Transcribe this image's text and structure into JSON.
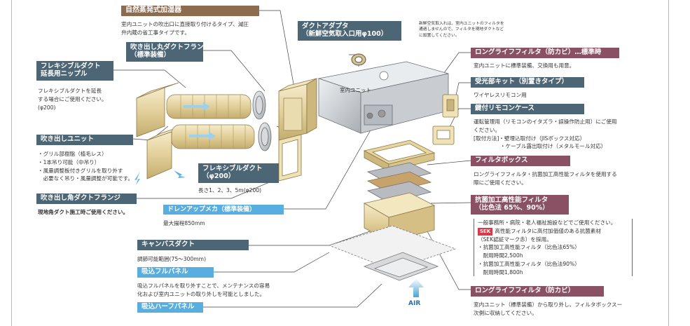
{
  "labels": {
    "evap_humidifier": "自然蒸発式加湿器",
    "round_flange": [
      "吹き出し丸ダクトフランジ",
      "（標準装備）"
    ],
    "flex_nipple": [
      "フレキシブルダクト",
      "延長用ニップル"
    ],
    "outlet_unit": "吹き出しユニット",
    "flex_duct": [
      "フレキシブルダクト",
      "（φ200）"
    ],
    "square_flange": "吹き出し角ダクトフランジ",
    "drain_pump": "ドレンアップメカ（標準装備）",
    "canvas_duct": "キャンバスダクト",
    "intake_full": "吸込フルパネル",
    "intake_half": "吸込ハーフパネル",
    "duct_adapter": [
      "ダクトアダプタ",
      "（新鮮空気取入口用φ100）"
    ],
    "longlife_std": "ロングライフフィルタ（防カビ）…標準時",
    "receiver_kit": "受光部キット（別置きタイプ）",
    "remote_case": "鍵付リモコンケース",
    "filter_box": "フィルタボックス",
    "antibac_filter": [
      "抗菌加工高性能フィルタ",
      "（比色法 65%、90%）"
    ],
    "longlife_filter": "ロングライフフィルタ（防カビ）"
  },
  "descriptions": {
    "evap_humidifier": [
      "室内ユニットの吹出口に直接取り付けるタイプ、減圧",
      "弁内蔵の省工事タイプです。"
    ],
    "flex_nipple": [
      "フレキシブルダクトを延長",
      "する場合にご使用ください。",
      "(φ200)"
    ],
    "outlet_unit": [
      "・グリル部樹脂（植毛レス）",
      "・1本吊り可能（中吊り）",
      "・風量調整板付きグリルを取り外す",
      "　必要なく吊り・風量調整が可能です。"
    ],
    "flex_duct": "長さ1、2、3、5m(φ200)",
    "square_flange": "現地角ダクト施工時ご使用ください。",
    "drain_pump": "最大揚程850mm",
    "canvas_duct": "調節可能範囲(75〜300mm)",
    "intake_full": [
      "吸込フルパネルを取り外すことで、メンテナンスの容易",
      "化および室内ユニットの取り外しを可能としました。"
    ],
    "fresh_air_note": [
      "新鮮空気取入れは、室内ユニットのフィルタを",
      "通過しませんので、フィルタを現地ダクトなど",
      "に設置してください。"
    ],
    "longlife_std": "室内ユニットに標準装備、交換用も用意。",
    "receiver_kit": "ワイヤレスリモコン用",
    "remote_case": [
      "運転管理用（リモコンのイタズラ・誤操作防止用）にご使用",
      "ください。",
      "[取付方法]・壁埋込取付け（JISボックス対応）",
      "　　　　　・ケーブル露出取付け（メタルモール対応）"
    ],
    "filter_box": [
      "ロングライフフィルタ・抗菌加工高性能フィルタを使用する",
      "際にご使用ください。"
    ],
    "antibac_filter": [
      "一般事務所・病院・老人福祉施設などでご使用ください。",
      "高性能フィルタに高付加価値のある抗菌素材",
      "（SEK認証マーク赤）を採用。",
      "・抗菌加工高性能フィルタ（比色法65%）",
      "　耐用時間2,500h",
      "・抗菌加工高性能フィルタ（比色法90%）",
      "　耐用時間1,800h"
    ],
    "sek_badge": "SEK",
    "longlife_filter": [
      "室内ユニット（標準装備）から取り外し、フィルタボックスー",
      "次側に収納してください。"
    ]
  },
  "diagram": {
    "indoor_unit": "室内ユニット",
    "air": "AIR"
  },
  "colors": {
    "brown": "#8c6b4f",
    "slate": "#4d6675",
    "sky": "#58aede",
    "plum": "#8a5165",
    "sek_red": "#d93a4b",
    "air_arrow": "#4aa3d8"
  }
}
